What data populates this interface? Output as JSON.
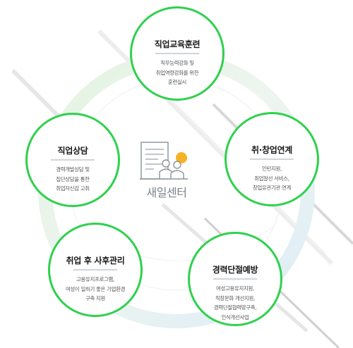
{
  "center": {
    "label": "새일센터"
  },
  "nodes": [
    {
      "title": "직업교육훈련",
      "lines": [
        "직무능력강화 및",
        "취업역량강화를 위한",
        "훈련실시"
      ]
    },
    {
      "title": "취·창업연계",
      "lines": [
        "인턴지원,",
        "취업알선 서비스,",
        "창업유관기관 연계"
      ]
    },
    {
      "title": "경력단절예방",
      "lines": [
        "여성고용유지지원,",
        "직장문화 개선지원,",
        "경력단절협력망구축,",
        "인식개선사업"
      ]
    },
    {
      "title": "취업 후 사후관리",
      "lines": [
        "고용유지프로그램,",
        "여성이 일하기 좋은 기업환경",
        "구축 지원"
      ]
    },
    {
      "title": "직업상담",
      "lines": [
        "경력개발상담 및",
        "집단상담을 통한",
        "취업자신감 고취"
      ]
    }
  ],
  "colors": {
    "ring": "#2ed14d",
    "accent": "#f5b324",
    "text": "#1a1a1a",
    "muted": "#555555"
  }
}
